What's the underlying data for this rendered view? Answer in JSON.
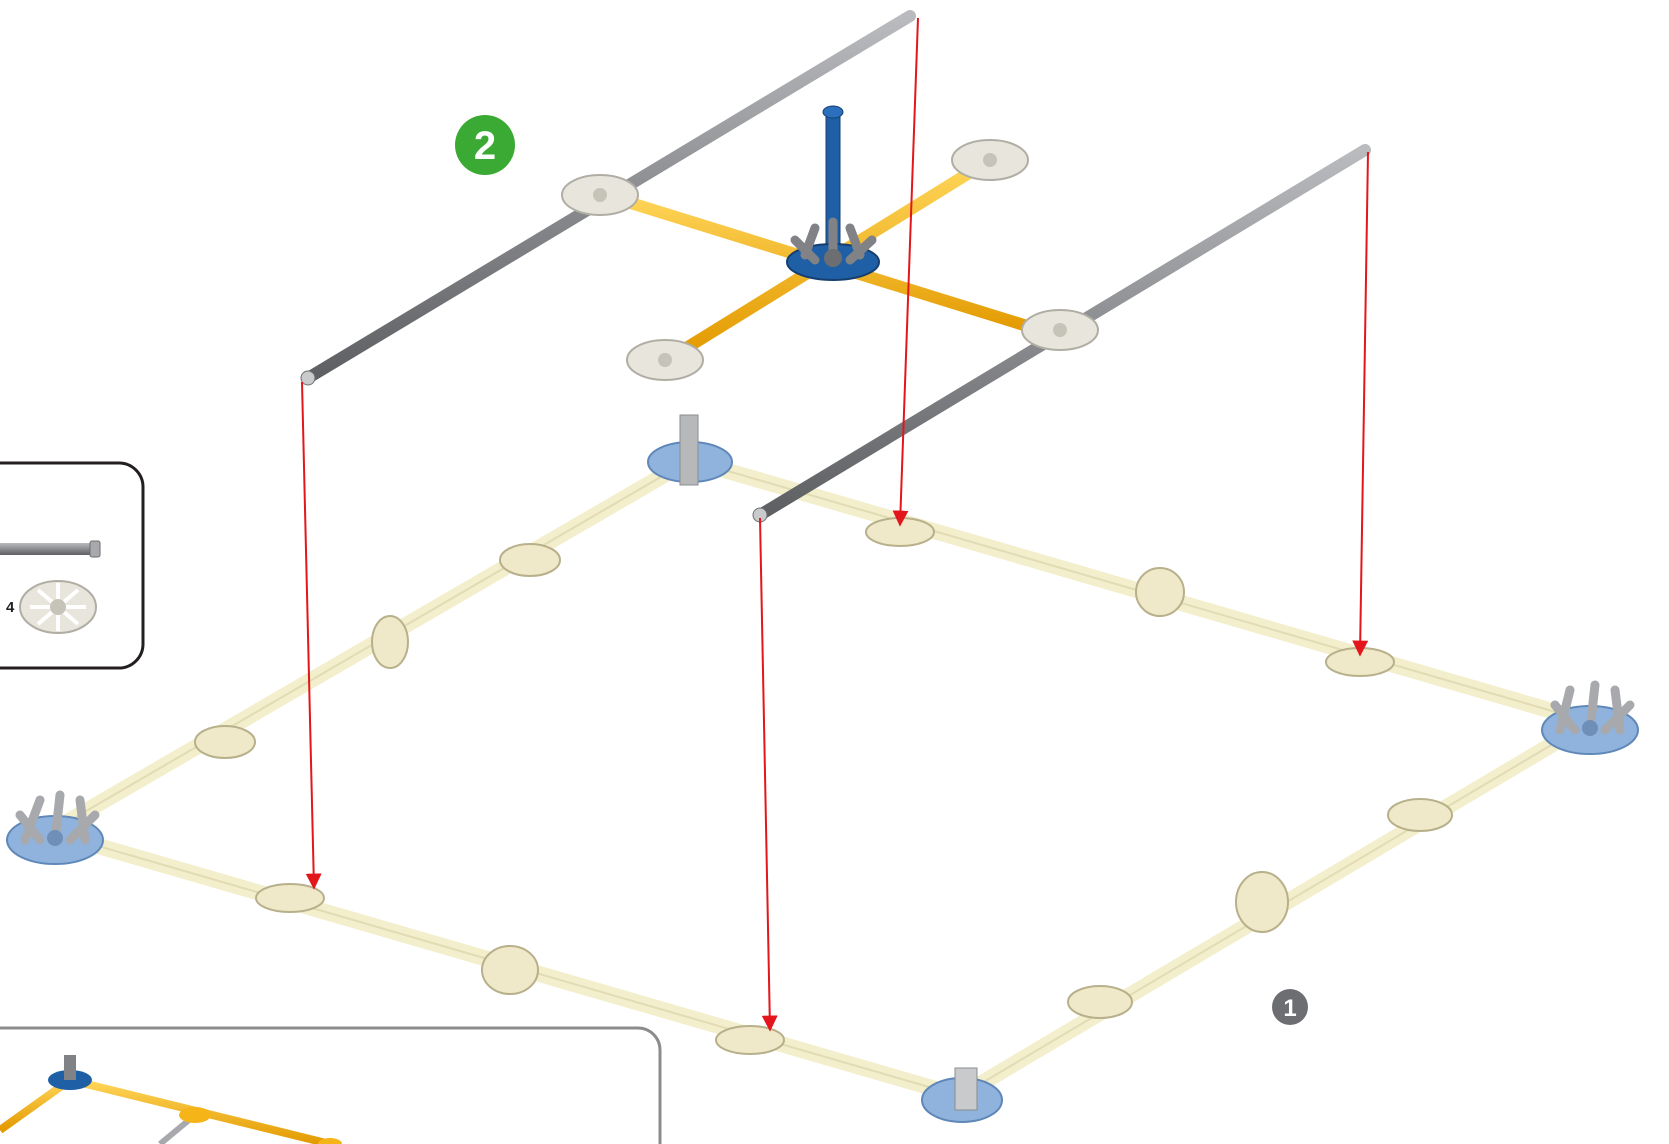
{
  "steps": {
    "current": {
      "label": "2",
      "color": "#3aaa35"
    },
    "previous": {
      "label": "1",
      "color": "#6d6e71"
    }
  },
  "parts_box": {
    "items": [
      {
        "name": "gray-rod",
        "quantity": ""
      },
      {
        "name": "white-connector",
        "quantity": "4"
      }
    ]
  },
  "colors": {
    "arrow": "#e3161b",
    "gray_rod": "#8a8c8f",
    "yellow_rod": "#f5b418",
    "blue": "#1f5fa6",
    "light_blue": "#8fb3dd",
    "tan": "#efe9c9",
    "tan_rod": "#f6f1d4",
    "white_connector": "#e8e6dc",
    "box_border": "#231f20",
    "inset_border": "#8c8c8c"
  }
}
